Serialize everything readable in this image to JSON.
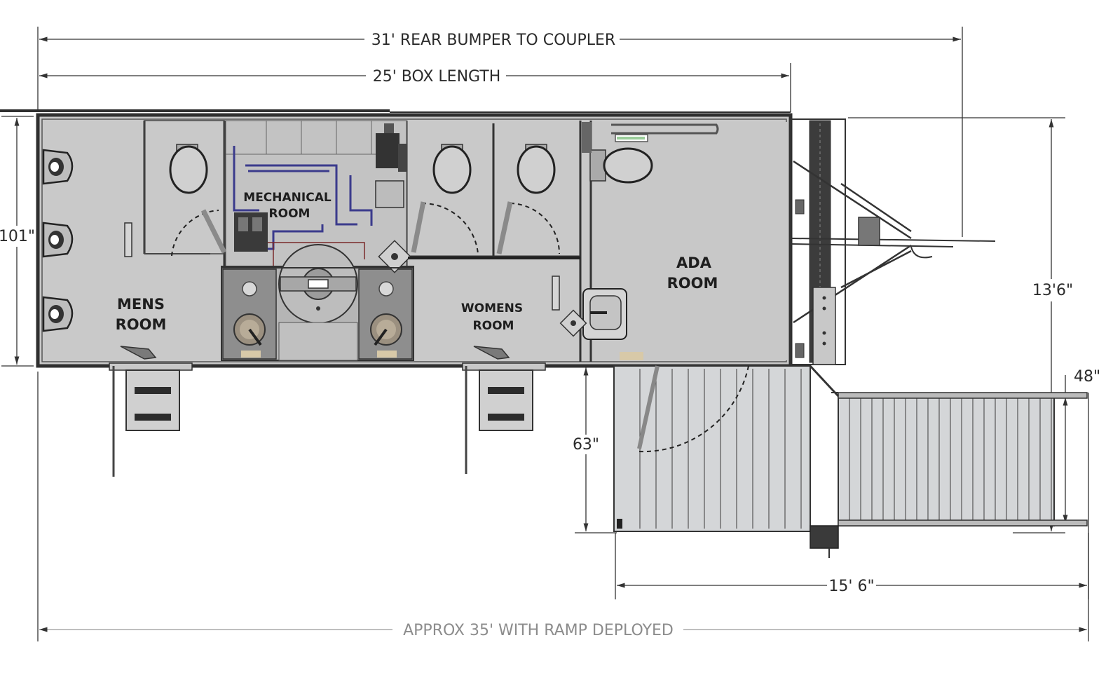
{
  "dimensions": {
    "overall_coupler": "31' REAR BUMPER TO COUPLER",
    "box_length": "25' BOX LENGTH",
    "box_width": "101\"",
    "overall_height": "13'6\"",
    "ramp_width": "48\"",
    "porch_depth": "63\"",
    "ramp_length": "15' 6\"",
    "total_length": "APPROX 35' WITH RAMP DEPLOYED"
  },
  "rooms": {
    "mens_line1": "MENS",
    "mens_line2": "ROOM",
    "mechanical_line1": "MECHANICAL",
    "mechanical_line2": "ROOM",
    "womens_line1": "WOMENS",
    "womens_line2": "ROOM",
    "ada_line1": "ADA",
    "ada_line2": "ROOM"
  },
  "colors": {
    "floor": "#c9c9c9",
    "wall": "#2f2f2f",
    "deck": "#d4d6d8",
    "dark_fixture": "#3a3a3a",
    "plumbing_blue": "#3b3b8c"
  },
  "icons": [
    "toilet-icon",
    "urinal-icon",
    "sink-icon",
    "step-icon",
    "tank-icon",
    "door-swing-icon"
  ]
}
